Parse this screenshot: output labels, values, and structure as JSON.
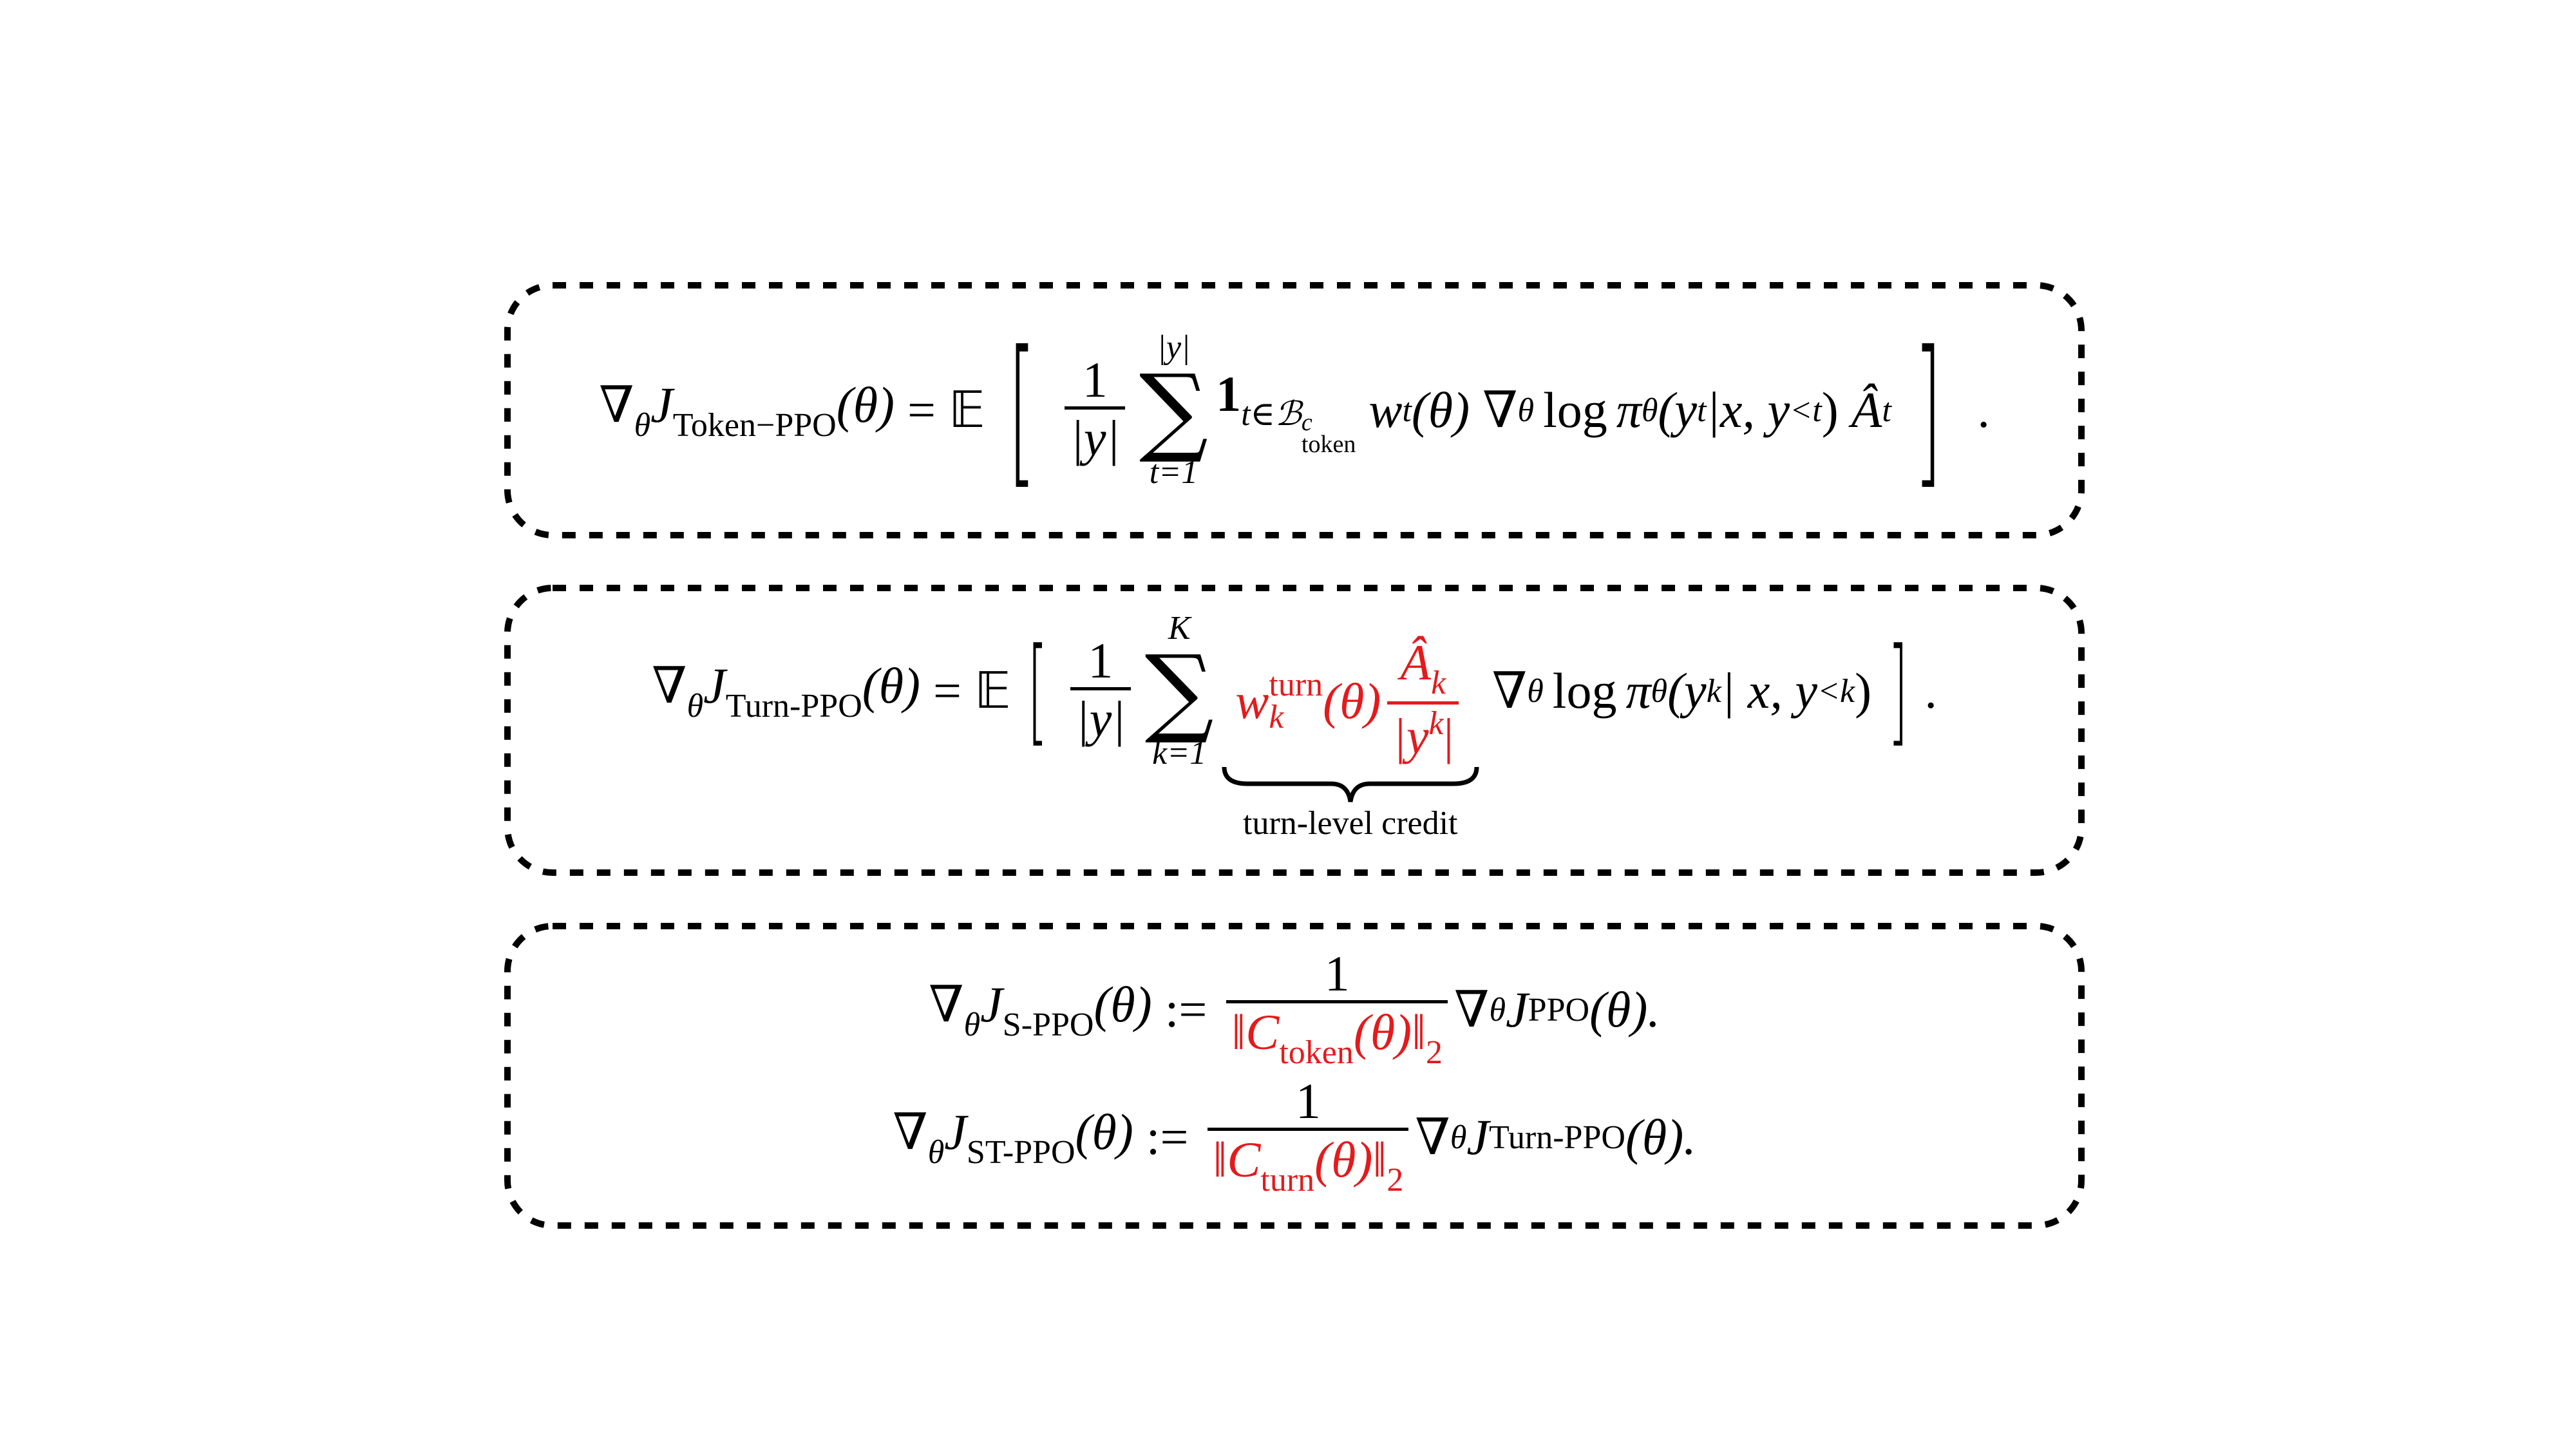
{
  "figure": {
    "frame_style": {
      "stroke": "#000000",
      "accent_color": "#e41a1c",
      "background": "#ffffff"
    },
    "equations": [
      {
        "id": "token-ppo",
        "lhs": {
          "nabla": "∇",
          "nabla_sub": "θ",
          "J": "J",
          "J_sub": "Token−PPO",
          "arg": "(θ)"
        },
        "equals": "=",
        "expectation": "𝔼",
        "fraction": {
          "num": "1",
          "den": "|y|"
        },
        "sum": {
          "upper": "|y|",
          "lower": "t=1",
          "symbol": "∑"
        },
        "indicator": {
          "symbol": "1",
          "sub": "t∈ℬ",
          "sub_sup": "c",
          "sub_sub": "token"
        },
        "weight": "w",
        "weight_sub": "t",
        "weight_arg": "(θ)",
        "grad_log": {
          "nabla": "∇",
          "nabla_sub": "θ",
          "log": "log",
          "pi": "π",
          "pi_sub": "θ",
          "arg": "(y",
          "arg_sub": "t",
          "arg_rest": "|x, y",
          "arg_rest_sub": "<t",
          "close": ")"
        },
        "advantage": {
          "symbol": "Â",
          "sub": "t"
        },
        "terminal": "."
      },
      {
        "id": "turn-ppo",
        "lhs": {
          "nabla": "∇",
          "nabla_sub": "θ",
          "J": "J",
          "J_sub": "Turn-PPO",
          "arg": "(θ)"
        },
        "equals": "=",
        "expectation": "𝔼",
        "fraction": {
          "num": "1",
          "den": "|y|"
        },
        "sum": {
          "upper": "K",
          "lower": "k=1",
          "symbol": "∑"
        },
        "highlight": {
          "weight": "w",
          "weight_sup": "turn",
          "weight_sub": "k",
          "weight_arg": "(θ)",
          "adv_num": "Â",
          "adv_num_sub": "k",
          "adv_den": "|y",
          "adv_den_sup": "k",
          "adv_den_close": "|",
          "brace_label": "turn-level credit"
        },
        "grad_log": {
          "nabla": "∇",
          "nabla_sub": "θ",
          "log": "log",
          "pi": "π",
          "pi_sub": "θ",
          "arg": "(y",
          "arg_sup": "k",
          "arg_rest": " | x, y",
          "arg_rest_sub": "<k",
          "close": ")"
        },
        "terminal": "."
      },
      {
        "id": "s-ppo",
        "lhs": {
          "nabla": "∇",
          "nabla_sub": "θ",
          "J": "J",
          "J_sub": "S-PPO",
          "arg": "(θ)"
        },
        "defeq": ":=",
        "fraction": {
          "num": "1",
          "den_open": "‖C",
          "den_sub": "token",
          "den_arg": "(θ)‖",
          "den_norm": "2"
        },
        "rhs": {
          "nabla": "∇",
          "nabla_sub": "θ",
          "J": "J",
          "J_sub": "PPO",
          "arg": "(θ)."
        }
      },
      {
        "id": "st-ppo",
        "lhs": {
          "nabla": "∇",
          "nabla_sub": "θ",
          "J": "J",
          "J_sub": "ST-PPO",
          "arg": "(θ)"
        },
        "defeq": ":=",
        "fraction": {
          "num": "1",
          "den_open": "‖C",
          "den_sub": "turn",
          "den_arg": "(θ)‖",
          "den_norm": "2"
        },
        "rhs": {
          "nabla": "∇",
          "nabla_sub": "θ",
          "J": "J",
          "J_sub": "Turn-PPO",
          "arg": "(θ)."
        }
      }
    ]
  }
}
